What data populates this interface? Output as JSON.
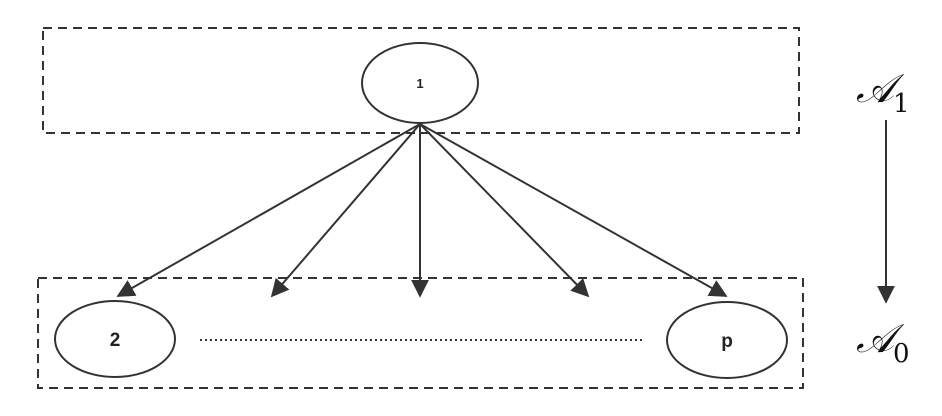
{
  "nodes": {
    "top": {
      "label": "1"
    },
    "left": {
      "label": "2"
    },
    "right": {
      "label": "p"
    }
  },
  "layers": {
    "upper": {
      "symbol": "𝒜",
      "subscript": "1"
    },
    "lower": {
      "symbol": "𝒜",
      "subscript": "0"
    }
  },
  "colors": {
    "stroke": "#333333",
    "background": "#ffffff"
  }
}
